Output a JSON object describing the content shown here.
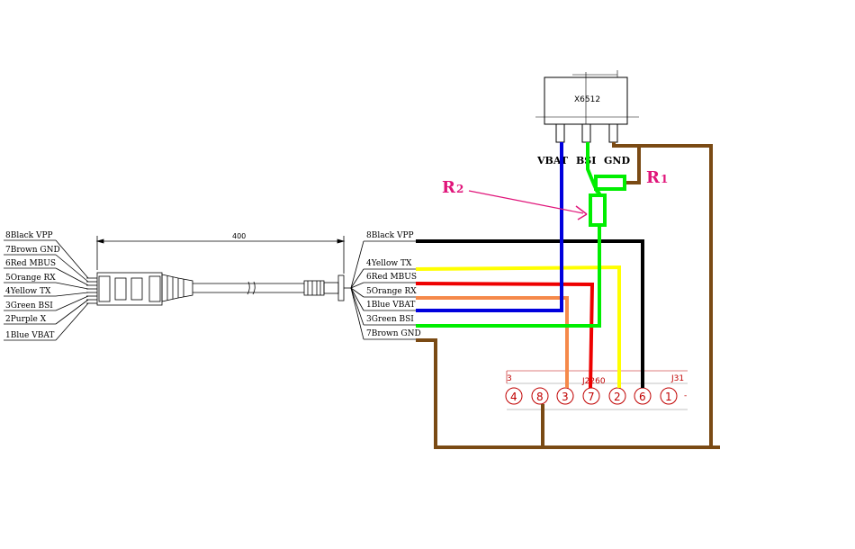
{
  "cable": {
    "length_label": "400",
    "left_pins": [
      "8Black VPP",
      "7Brown GND",
      "6Red MBUS",
      "5Orange RX",
      "4Yellow TX",
      "3Green BSI",
      "2Purple X",
      "1Blue VBAT"
    ],
    "right_pins": [
      "8Black VPP",
      "4Yellow TX",
      "6Red MBUS",
      "5Orange RX",
      "1Blue VBAT",
      "3Green BSI",
      "7Brown GND"
    ]
  },
  "chip": {
    "label": "X6512",
    "pins": [
      "VBAT",
      "BSI",
      "GND"
    ]
  },
  "resistors": {
    "r1": {
      "letter": "R",
      "sub": "1"
    },
    "r2": {
      "letter": "R",
      "sub": "2"
    }
  },
  "connector": {
    "left_label": "3",
    "mid_label": "J2260",
    "right_label": "J31",
    "pins": [
      "4",
      "8",
      "3",
      "7",
      "2",
      "6",
      "1"
    ]
  },
  "colors": {
    "black": "#000000",
    "yellow": "#ffff00",
    "red": "#ee0000",
    "orange": "#f5894a",
    "blue": "#0000dd",
    "green": "#00ee00",
    "brown": "#7a4a14",
    "magenta": "#e0157a",
    "connector_red": "#c00000"
  }
}
